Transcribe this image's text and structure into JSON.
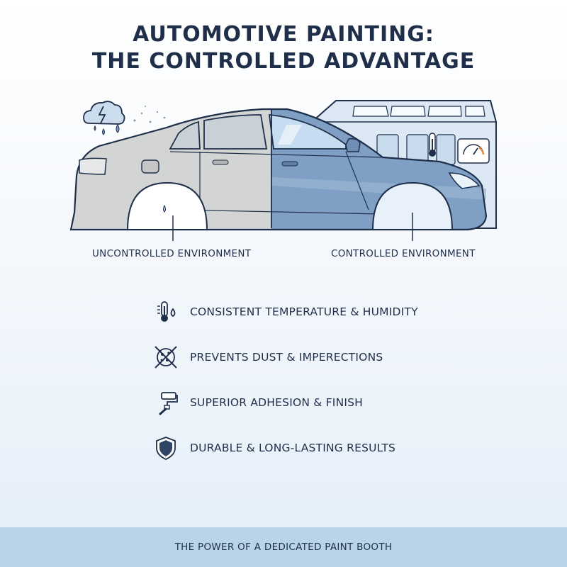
{
  "title": {
    "line1": "AUTOMOTIVE PAINTING:",
    "line2": "THE CONTROLLED ADVANTAGE"
  },
  "environments": {
    "left_label": "UNCONTROLLED ENVIRONMENT",
    "right_label": "CONTROLLED ENVIRONMENT"
  },
  "benefits": [
    {
      "icon": "thermometer-droplet-icon",
      "label": "CONSISTENT TEMPERATURE & HUMIDITY"
    },
    {
      "icon": "no-dust-icon",
      "label": "PREVENTS DUST & IMPERECTIONS"
    },
    {
      "icon": "paint-roller-icon",
      "label": "SUPERIOR ADHESION & FINISH"
    },
    {
      "icon": "shield-icon",
      "label": "DURABLE & LONG-LASTING RESULTS"
    }
  ],
  "footer": {
    "text": "THE POWER OF A DEDICATED PAINT BOOTH"
  },
  "colors": {
    "ink": "#1f2f4a",
    "paint_blue": "#7f9fc4",
    "primer_gray": "#d3d5d4",
    "booth_blue": "#dce9f5",
    "footer_band": "#b9d4e8"
  }
}
